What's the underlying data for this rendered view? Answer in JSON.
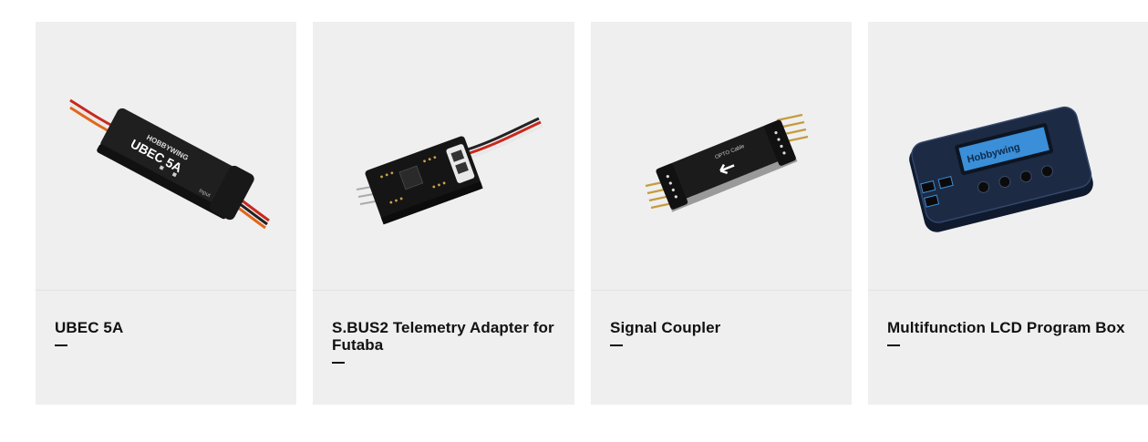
{
  "products": [
    {
      "title": "UBEC 5A",
      "image_icon": "ubec-5a-product-image"
    },
    {
      "title": "S.BUS2 Telemetry Adapter for Futaba",
      "image_icon": "sbus2-telemetry-adapter-product-image"
    },
    {
      "title": "Signal Coupler",
      "image_icon": "signal-coupler-product-image"
    },
    {
      "title": "Multifunction LCD Program Box",
      "image_icon": "lcd-program-box-product-image"
    }
  ],
  "images": {
    "ubec": {
      "brand": "HOBBYWING",
      "model": "UBEC 5A",
      "port": "Input"
    },
    "coupler": {
      "text": "OPTO Cable"
    },
    "lcd": {
      "screen_text": "Hobbywing"
    }
  },
  "colors": {
    "card_bg": "#efefef",
    "title": "#111111",
    "lcd_screen": "#3a8fd8"
  }
}
